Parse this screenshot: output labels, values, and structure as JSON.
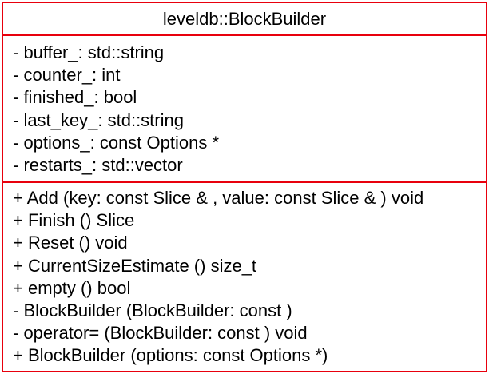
{
  "class_box": {
    "name": "leveldb::BlockBuilder",
    "border_color": "#e8000d",
    "attributes": [
      "- buffer_: std::string",
      "- counter_: int",
      "- finished_: bool",
      "- last_key_: std::string",
      "- options_: const Options *",
      "- restarts_: std::vector"
    ],
    "operations": [
      "+ Add (key: const Slice & , value: const Slice & ) void",
      "+ Finish () Slice",
      "+ Reset () void",
      "+ CurrentSizeEstimate () size_t",
      "+ empty () bool",
      "- BlockBuilder (BlockBuilder: const )",
      "- operator= (BlockBuilder: const ) void",
      "+ BlockBuilder (options: const Options *)"
    ]
  }
}
